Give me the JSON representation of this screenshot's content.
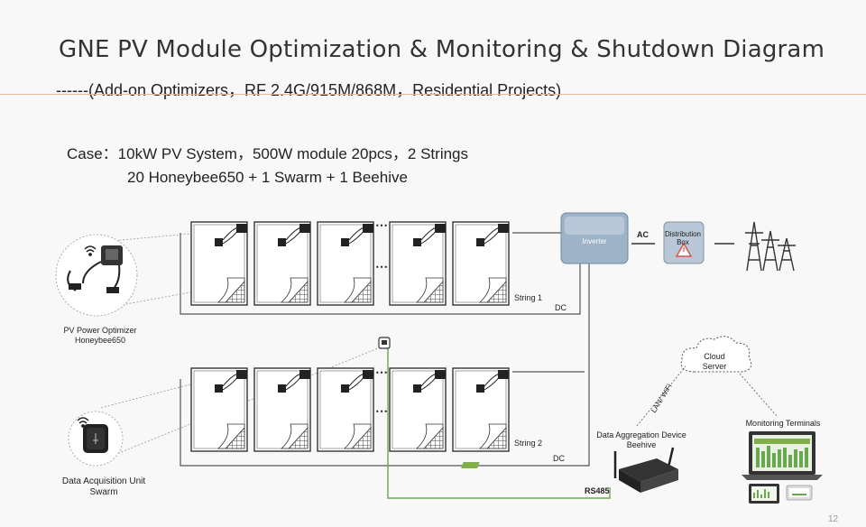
{
  "header": {
    "title": "GNE PV Module Optimization & Monitoring & Shutdown Diagram",
    "subtitle": "------(Add-on Optimizers，RF 2.4G/915M/868M，Residential Projects)"
  },
  "case": {
    "line1": "Case：10kW PV System，500W module 20pcs，2 Strings",
    "line2": "20 Honeybee650 + 1 Swarm + 1 Beehive"
  },
  "diagram": {
    "optimizer_label_1": "PV Power Optimizer",
    "optimizer_label_2": "Honeybee650",
    "swarm_label_1": "Data Acquisition Unit",
    "swarm_label_2": "Swarm",
    "string1_label": "String 1",
    "string2_label": "String 2",
    "dc_label": "DC",
    "ac_label": "AC",
    "inverter_label": "Inverter",
    "distribution_label_1": "Distribution",
    "distribution_label_2": "Box",
    "cloud_label_1": "Cloud",
    "cloud_label_2": "Server",
    "lan_label": "LAN/ WiFi",
    "beehive_label_1": "Data Aggregation Device",
    "beehive_label_2": "Beehive",
    "rs485_label": "RS485",
    "monitoring_label": "Monitoring Terminals",
    "ellipsis": "⋯",
    "colors": {
      "wire": "#555555",
      "comm_wire": "#6aa84f",
      "dotted": "#999999",
      "panel_stroke": "#333333",
      "inverter": "#8fa8c0",
      "warning": "#d9534f"
    }
  },
  "footer": {
    "page_number": "12"
  }
}
